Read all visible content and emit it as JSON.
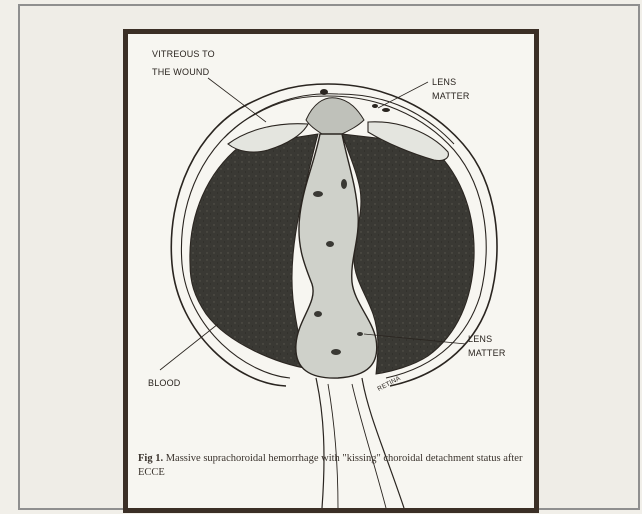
{
  "figure": {
    "labels": {
      "vitreous_line1": "VITREOUS TO",
      "vitreous_line2": "THE WOUND",
      "lens_top_line1": "LENS",
      "lens_top_line2": "MATTER",
      "lens_bottom_line1": "LENS",
      "lens_bottom_line2": "MATTER",
      "blood": "BLOOD",
      "retina": "RETINA"
    },
    "caption": {
      "number": "Fig 1.",
      "text": "Massive suprachoroidal hemorrhage with \"kissing\" choroidal detachment status after ECCE"
    }
  },
  "colors": {
    "blood_fill": "#3b3a35",
    "outline": "#2a2520",
    "frame_border": "#3b2f26",
    "lens_fill": "#d7d9d2"
  }
}
